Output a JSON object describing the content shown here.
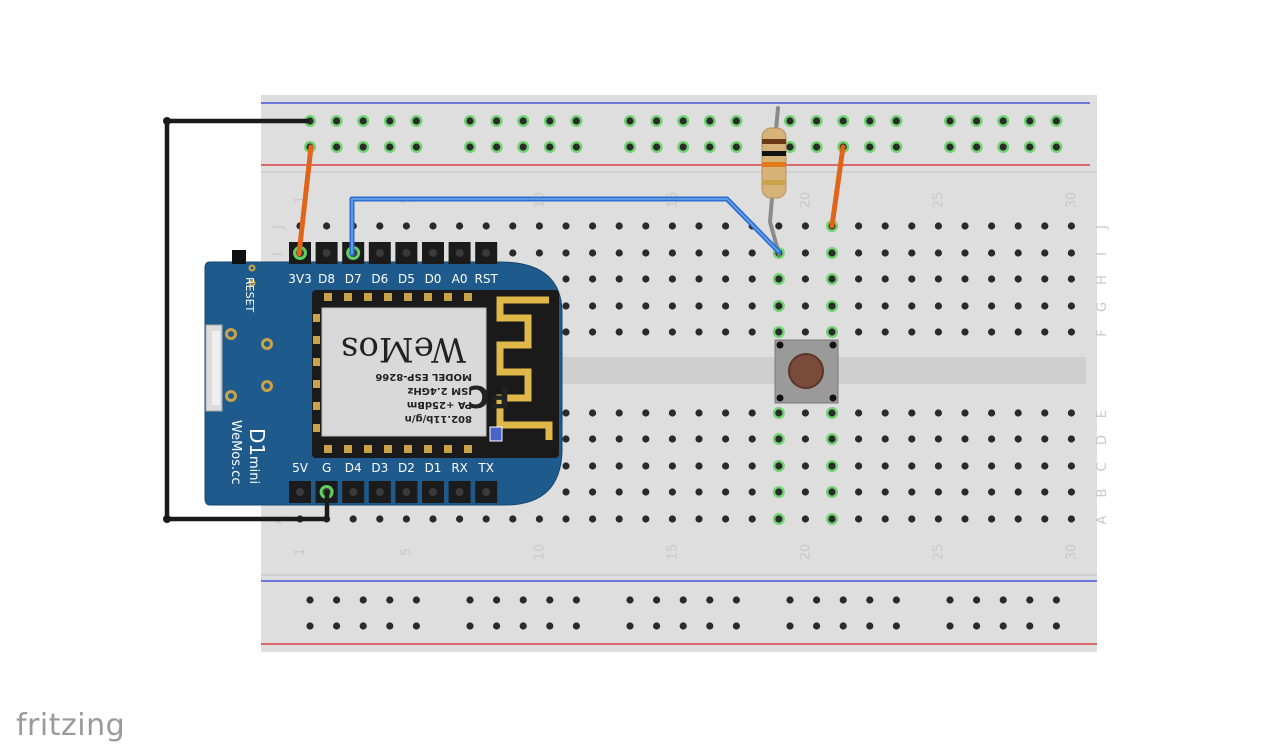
{
  "app": {
    "logo_text": "fritzing"
  },
  "breadboard": {
    "column_numbers": [
      "1",
      "5",
      "10",
      "15",
      "20",
      "25",
      "30"
    ],
    "row_letters_top": [
      "J",
      "I",
      "H",
      "G",
      "F"
    ],
    "row_letters_bottom": [
      "E",
      "D",
      "C",
      "B",
      "A"
    ],
    "colors": {
      "body": "#dedede",
      "rail_red": "#d8252a",
      "rail_blue": "#2a3bd8",
      "hole": "#2a2a2a",
      "connected": "#5fd05f"
    }
  },
  "board": {
    "name_line1": "D1",
    "name_line2": "mini",
    "brand": "WeMos.cc",
    "reset_label": "RESET",
    "top_pins": [
      "3V3",
      "D8",
      "D7",
      "D6",
      "D5",
      "D0",
      "A0",
      "RST"
    ],
    "bottom_pins": [
      "5V",
      "G",
      "D4",
      "D3",
      "D2",
      "D1",
      "RX",
      "TX"
    ],
    "color": "#1f5a8c"
  },
  "module": {
    "lines": [
      "802.11b/g/n",
      "PA +25dBm",
      "ISM 2.4GHz",
      "MODEL  ESP-8266"
    ],
    "fcc_mark": "FC",
    "logo": "WeMos"
  },
  "wires": {
    "black": "#1a1a1a",
    "orange": "#e0641a",
    "blue": "#2c6fd1",
    "grey": "#8a8a8a"
  }
}
